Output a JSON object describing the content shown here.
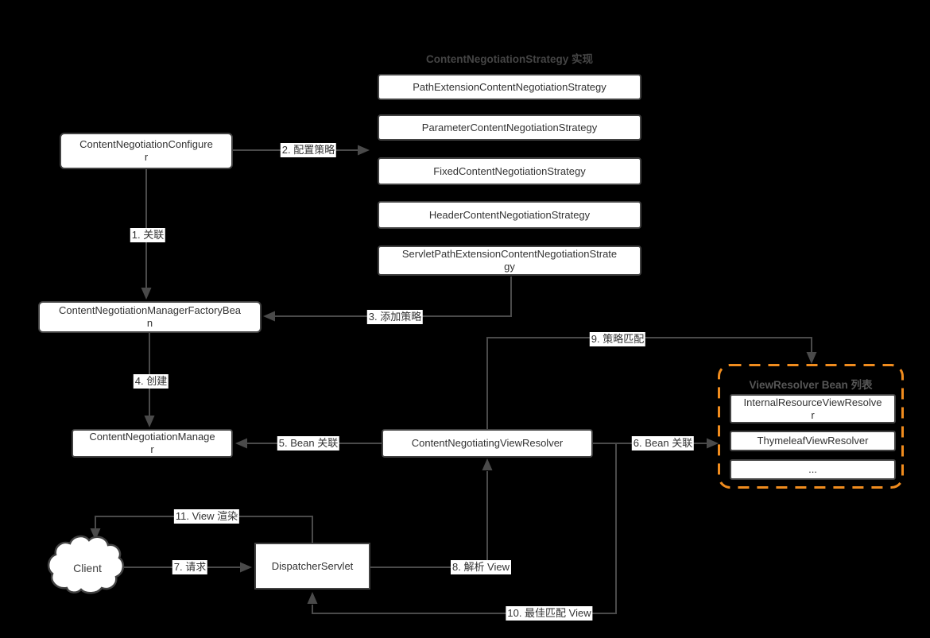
{
  "colors": {
    "background": "#000000",
    "box_fill": "#ffffff",
    "box_border": "#424242",
    "box_text": "#333333",
    "wire": "#4a4a4a",
    "edge_label_bg": "#ffffff",
    "edge_label_text": "#333333",
    "group_border_accent": "#f08c1e",
    "section_title_text": "#454545",
    "group_title_text": "#575757"
  },
  "sections": {
    "strategy_group": {
      "title": "ContentNegotiationStrategy 实现",
      "items": [
        "PathExtensionContentNegotiationStrategy",
        "ParameterContentNegotiationStrategy",
        "FixedContentNegotiationStrategy",
        "HeaderContentNegotiationStrategy",
        "ServletPathExtensionContentNegotiationStrate\ngy"
      ]
    },
    "view_resolver_group": {
      "title": "ViewResolver Bean 列表",
      "items": [
        "InternalResourceViewResolve\nr",
        "ThymeleafViewResolver",
        "..."
      ]
    }
  },
  "nodes": {
    "configurer": "ContentNegotiationConfigure\nr",
    "factory_bean": "ContentNegotiationManagerFactoryBea\nn",
    "manager": "ContentNegotiationManage\nr",
    "view_resolver": "ContentNegotiatingViewResolver",
    "dispatcher": "DispatcherServlet",
    "client": "Client"
  },
  "edge_labels": {
    "e1": "1. 关联",
    "e2": "2. 配置策略",
    "e3": "3. 添加策略",
    "e4": "4. 创建",
    "e5": "5. Bean 关联",
    "e6": "6. Bean 关联",
    "e7": "7. 请求",
    "e8": "8. 解析 View",
    "e9": "9. 策略匹配",
    "e10": "10. 最佳匹配 View",
    "e11": "11. View 渲染"
  }
}
